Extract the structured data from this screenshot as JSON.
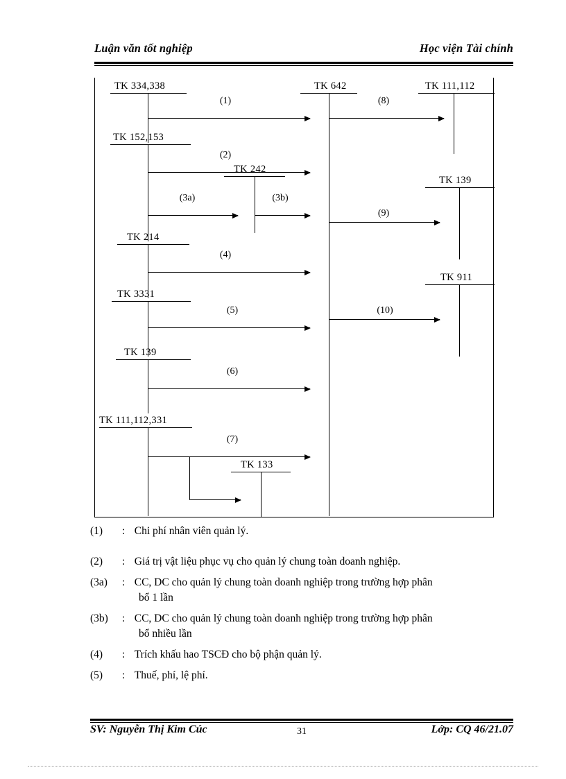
{
  "header": {
    "left": "Luận văn tốt nghiệp",
    "right": "Học viện Tài chính"
  },
  "diagram": {
    "type": "t-account-flow",
    "accounts": [
      {
        "id": "tk-334-338",
        "label": "TK 334,338"
      },
      {
        "id": "tk-152-153",
        "label": "TK 152,153"
      },
      {
        "id": "tk-242",
        "label": "TK 242"
      },
      {
        "id": "tk-214",
        "label": "TK 214"
      },
      {
        "id": "tk-3331",
        "label": "TK  3331"
      },
      {
        "id": "tk-139-left",
        "label": "TK 139"
      },
      {
        "id": "tk-111-112-331",
        "label": "TK 111,112,331"
      },
      {
        "id": "tk-133",
        "label": "TK 133"
      },
      {
        "id": "tk-642",
        "label": "TK 642"
      },
      {
        "id": "tk-111-112",
        "label": "TK 111,112"
      },
      {
        "id": "tk-139-right",
        "label": "TK 139"
      },
      {
        "id": "tk-911",
        "label": "TK 911"
      }
    ],
    "flows": [
      {
        "id": "f1",
        "label": "(1)",
        "from": "tk-334,338",
        "to": "tk-642"
      },
      {
        "id": "f2",
        "label": "(2)",
        "from": "tk-152,153",
        "to": "tk-642"
      },
      {
        "id": "f3a",
        "label": "(3a)",
        "from": "tk-152,153",
        "to": "tk-242"
      },
      {
        "id": "f3b",
        "label": "(3b)",
        "from": "tk-242",
        "to": "tk-642"
      },
      {
        "id": "f4",
        "label": "(4)",
        "from": "tk-214",
        "to": "tk-642"
      },
      {
        "id": "f5",
        "label": "(5)",
        "from": "tk-3331",
        "to": "tk-642"
      },
      {
        "id": "f6",
        "label": "(6)",
        "from": "tk-139",
        "to": "tk-642"
      },
      {
        "id": "f7",
        "label": "(7)",
        "from": "tk-111,112,331",
        "to": "tk-642"
      },
      {
        "id": "f7b",
        "label": "",
        "from": "tk-111,112,331",
        "to": "tk-133"
      },
      {
        "id": "f8",
        "label": "(8)",
        "from": "tk-642",
        "to": "tk-111,112"
      },
      {
        "id": "f9",
        "label": "(9)",
        "from": "tk-642",
        "to": "tk-139"
      },
      {
        "id": "f10",
        "label": "(10)",
        "from": "tk-642",
        "to": "tk-911"
      }
    ]
  },
  "legend": [
    {
      "num": "(1)",
      "colon": ":",
      "text": "Chi phí nhân viên  quản lý.",
      "cont": ""
    },
    {
      "num": "(2)",
      "colon": ":",
      "text": "Giá trị vật liệu  phục vụ cho quản lý  chung toàn doanh nghiệp.",
      "cont": ""
    },
    {
      "num": "(3a)",
      "colon": ":",
      "text": "CC, DC cho quản lý chung toàn doanh nghiệp trong trường hợp phân",
      "cont": "bổ 1 lần"
    },
    {
      "num": "(3b)",
      "colon": ":",
      "text": "CC, DC cho quản lý chung toàn doanh nghiệp trong trường hợp phân",
      "cont": "bổ nhiều lần"
    },
    {
      "num": "(4)",
      "colon": ":",
      "text": "Trích khấu hao TSCĐ cho bộ phận quản lý.",
      "cont": ""
    },
    {
      "num": "(5)",
      "colon": ":",
      "text": "Thuế, phí, lệ phí.",
      "cont": ""
    }
  ],
  "footer": {
    "left": "SV: Nguyễn Thị Kim Cúc",
    "page": "31",
    "right": "Lớp: CQ 46/21.07"
  }
}
